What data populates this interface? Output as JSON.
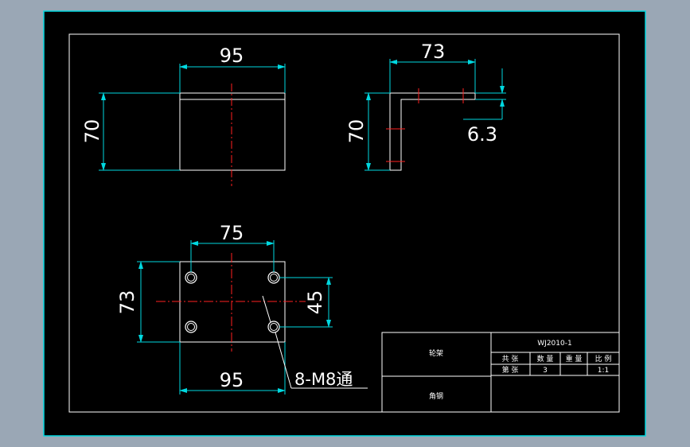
{
  "colors": {
    "background_outer": "#9aa7b5",
    "sheet": "#000000",
    "frame": "#00d8e0",
    "geometry": "#ffffff",
    "dimension": "#00d8e0",
    "centerline": "#ff2020",
    "text": "#ffffff"
  },
  "front_view": {
    "width_dim": "95",
    "height_dim": "70"
  },
  "side_view": {
    "width_dim": "73",
    "height_dim": "70",
    "thickness_dim": "6.3"
  },
  "top_view": {
    "hole_spacing_x": "75",
    "plate_depth": "73",
    "hole_spacing_y": "45",
    "plate_width": "95",
    "hole_note": "8-M8通"
  },
  "title_block": {
    "part_name": "轮架",
    "drawing_no": "WJ2010-1",
    "material": "角钢",
    "total_sheets_label": "共 张",
    "sheet_label": "第 张",
    "quantity_label": "数 量",
    "quantity_value": "3",
    "weight_label": "重 量",
    "scale_label": "比 例",
    "scale_value": "1:1"
  }
}
